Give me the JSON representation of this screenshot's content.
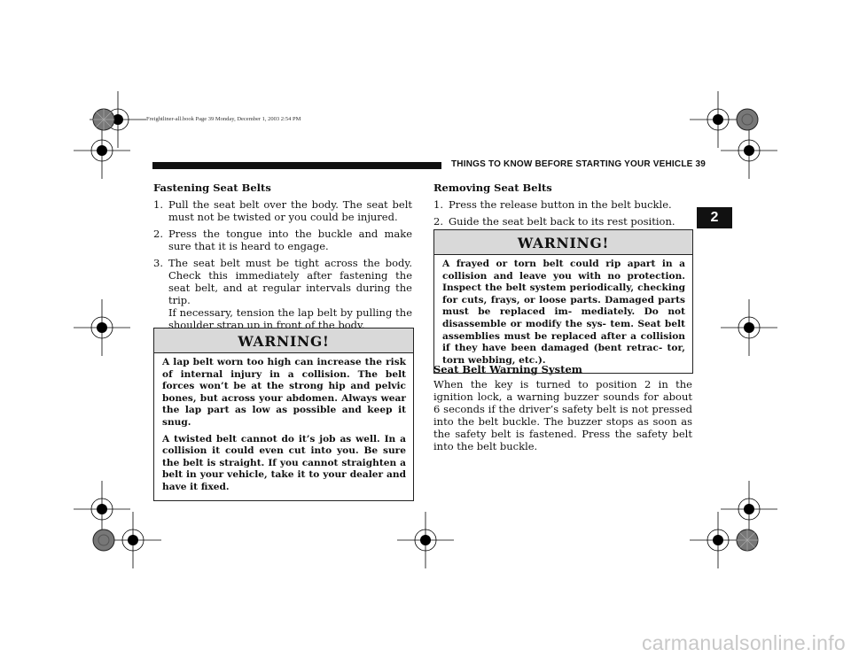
{
  "book_info": "Freightliner-all.book  Page 39  Monday, December 1, 2003  2:54 PM",
  "header": "THINGS TO KNOW BEFORE STARTING YOUR VEHICLE 39",
  "chapter_tab": "2",
  "left": {
    "title": "Fastening Seat Belts",
    "steps": [
      {
        "num": "1.",
        "text": "Pull the seat belt over the body. The seat belt must not be twisted or you could be injured."
      },
      {
        "num": "2.",
        "text": "Press the tongue into the buckle and make sure that it is heard to engage."
      },
      {
        "num": "3.",
        "text": "The seat belt must be tight across the body. Check this immediately after fastening the seat belt, and at regular intervals during the trip.",
        "extra": "If necessary, tension the lap belt by pulling the shoulder strap up in front of the body."
      }
    ],
    "warning": {
      "title": "WARNING!",
      "paragraphs": [
        "A lap belt worn too high can increase the risk of internal injury in a collision. The belt forces won’t be at the strong hip and pelvic bones, but across your abdomen. Always wear the lap part as low as possible and keep it snug.",
        "A twisted belt cannot do it’s job as well. In a collision it could even cut into you. Be sure the belt is straight. If you cannot straighten a belt in your vehicle, take it to your dealer and have it fixed."
      ]
    }
  },
  "right": {
    "title": "Removing Seat Belts",
    "steps": [
      {
        "num": "1.",
        "text": "Press the release button in the belt buckle."
      },
      {
        "num": "2.",
        "text": "Guide the seat belt back to its rest position."
      }
    ],
    "warning": {
      "title": "WARNING!",
      "paragraphs": [
        "A frayed or torn belt could rip apart in a collision and leave you with no protection. Inspect the belt system periodically, checking for cuts, frays, or loose parts. Damaged parts must be replaced im- mediately. Do not disassemble or modify the sys- tem. Seat belt assemblies must be replaced after a collision if they have been damaged (bent retrac- tor, torn webbing, etc.)."
      ]
    },
    "section2_title": "Seat Belt Warning System",
    "section2_text": "When the key is turned to position 2 in the ignition lock, a warning buzzer sounds for about 6 seconds if the driver’s safety belt is not pressed into the belt buckle. The buzzer stops as soon as the safety belt is fastened. Press the safety belt into the belt buckle."
  },
  "watermark": "carmanualsonline.info"
}
